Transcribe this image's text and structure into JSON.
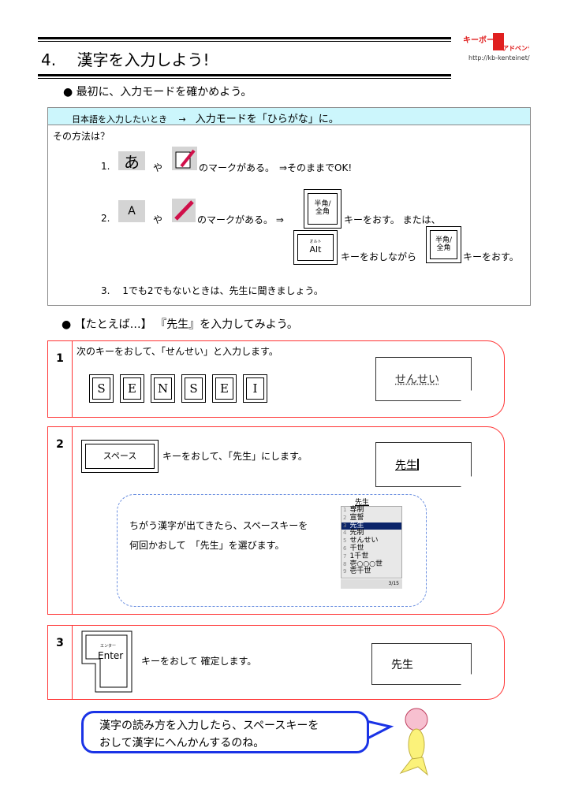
{
  "header": {
    "title": "4.　 漢字を入力しよう!",
    "logo_text": "キーボー島アドベンチャー",
    "url": "http://kb-kenteinet/"
  },
  "section1": {
    "bullet": "● 最初に、入力モードを確かめよう。",
    "box_header_left": "日本語を入力したいとき　 →",
    "box_header_right": "入力モードを「ひらがな」に。",
    "method": "その方法は？",
    "step1": {
      "num": "1.",
      "ya": "や",
      "text": "のマークがある。　⇒そのままでOK!",
      "icon1_glyph": "あ",
      "icons": [
        "hiragana-mode-icon",
        "ime-pad-icon"
      ]
    },
    "step2": {
      "num": "2.",
      "ya": "や",
      "text": "のマークがある。 ⇒",
      "after_key": "キーをおす。 または、",
      "alt_after": "キーをおしながら",
      "final": "キーをおす。",
      "icon1_glyph": "A",
      "icons": [
        "direct-input-icon",
        "pen-icon"
      ]
    },
    "step3": "3.　 1でも2でもないときは、先生に聞きましょう。",
    "keys": {
      "hankaku_top": "半角/",
      "hankaku_bottom": "全角",
      "alt_ruby": "オルト",
      "alt": "Alt"
    }
  },
  "section2": {
    "bullet": "● 【たとえば…】 『先生』を入力してみよう。",
    "step1": {
      "num": "1",
      "text": "次のキーをおして、「せんせい」と入力します。",
      "keys": [
        "S",
        "E",
        "N",
        "S",
        "E",
        "I"
      ],
      "result": "せんせい"
    },
    "step2": {
      "num": "2",
      "key": "スペース",
      "text": "キーをおして、「先生」にします。",
      "result": "先生",
      "note_line1": "ちがう漢字が出てきたら、スペースキーを",
      "note_line2": "何回かおして　「先生」を選びます。",
      "candidate_input": "先生",
      "candidates": [
        "専制",
        "宣誓",
        "先生",
        "先制",
        "せんせい",
        "千世",
        "1千世",
        "壱○○○世",
        "壱千世"
      ],
      "selected_index": 2,
      "candidate_count": "3/15"
    },
    "step3": {
      "num": "3",
      "key_ruby": "エンター",
      "key": "Enter",
      "text": "キーをおして 確定します。",
      "result": "先生"
    }
  },
  "speech": {
    "line1": "漢字の読み方を入力したら、スペースキーを",
    "line2": "おして漢字にへんかんするのね。"
  },
  "colors": {
    "header_bg": "#ccf6fc",
    "panel_border": "#ff3333",
    "bubble_border": "#1a33e6",
    "dashed": "#6b8fe0",
    "selection": "#0a246a"
  }
}
